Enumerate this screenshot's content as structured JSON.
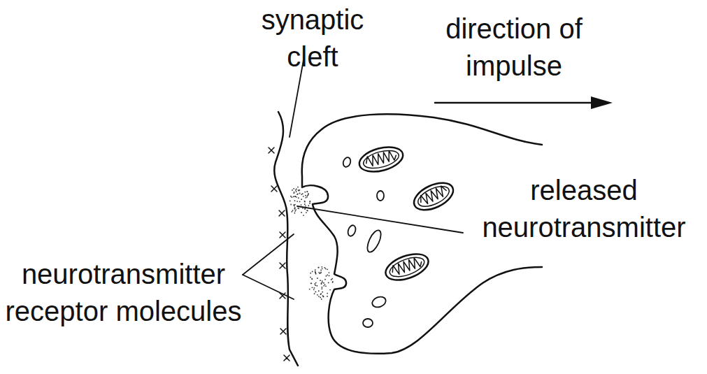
{
  "diagram": {
    "labels": [
      "synaptic cleft",
      "direction of impulse",
      "released neurotransmitter",
      "neurotransmitter receptor molecules"
    ]
  }
}
